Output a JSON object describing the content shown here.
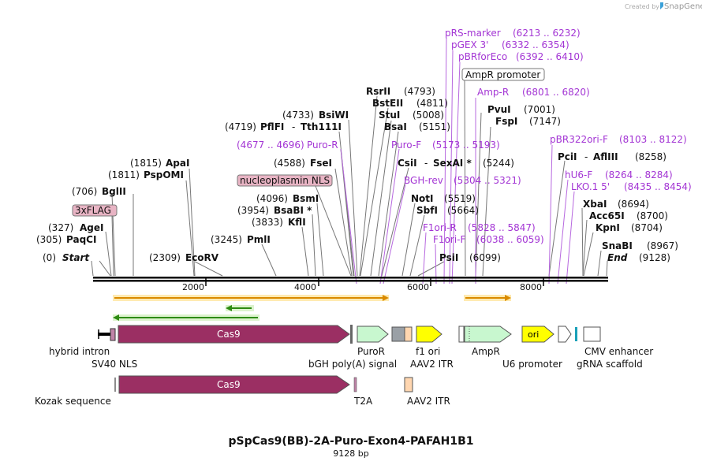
{
  "title": "pSpCas9(BB)-2A-Puro-Exon4-PAFAH1B1",
  "subtitle": "9128 bp",
  "logo_text": "Created by SnapGene",
  "colors": {
    "backbone": "#000000",
    "leader": "#666666",
    "primer": "#a335d4",
    "cas9": "#9b2f63",
    "puror": "#c8f7cf",
    "f1ori": "#ffff00",
    "ori": "#ffff00",
    "grey_feature": "#9aa0a6",
    "peach": "#ffd6b0",
    "orange_orf": "#f0a000",
    "green_orf": "#3a9e1e",
    "label_box_pink": "#e8b4c4"
  },
  "ticks": [
    "2000",
    "4000",
    "6000",
    "8000"
  ],
  "sites": [
    {
      "pos": "(0)",
      "name": "Start"
    },
    {
      "pos": "(305)",
      "name": "PaqCI"
    },
    {
      "pos": "(327)",
      "name": "AgeI"
    },
    {
      "name": "3xFLAG"
    },
    {
      "pos": "(706)",
      "name": "BglII"
    },
    {
      "pos": "(1811)",
      "name": "PspOMI"
    },
    {
      "pos": "(1815)",
      "name": "ApaI"
    },
    {
      "pos": "(2309)",
      "name": "EcoRV"
    },
    {
      "pos": "(3245)",
      "name": "PmlI"
    },
    {
      "pos": "(3833)",
      "name": "KflI"
    },
    {
      "pos": "(3954)",
      "name": "BsaBI *"
    },
    {
      "pos": "(4096)",
      "name": "BsmI"
    },
    {
      "name": "nucleoplasmin NLS"
    },
    {
      "pos": "(4588)",
      "name": "FseI"
    },
    {
      "range": "(4677 .. 4696)",
      "name": "Puro-R"
    },
    {
      "pos": "(4719)",
      "name": "PflFI",
      "name2": "Tth111I"
    },
    {
      "pos": "(4733)",
      "name": "BsiWI"
    },
    {
      "name": "RsrII",
      "pos": "(4793)"
    },
    {
      "name": "BstEII",
      "pos": "(4811)"
    },
    {
      "name": "StuI",
      "pos": "(5008)"
    },
    {
      "name": "BsaI",
      "pos": "(5151)"
    },
    {
      "name": "Puro-F",
      "range": "(5173 .. 5193)"
    },
    {
      "name": "CsiI",
      "name2": "SexAI *",
      "pos": "(5244)"
    },
    {
      "name": "BGH-rev",
      "range": "(5304 .. 5321)"
    },
    {
      "name": "NotI",
      "pos": "(5519)"
    },
    {
      "name": "SbfI",
      "pos": "(5664)"
    },
    {
      "name": "F1ori-R",
      "range": "(5828 .. 5847)"
    },
    {
      "name": "F1ori-F",
      "range": "(6038 .. 6059)"
    },
    {
      "name": "PsiI",
      "pos": "(6099)"
    },
    {
      "name": "pRS-marker",
      "range": "(6213 .. 6232)"
    },
    {
      "name": "pGEX 3'",
      "range": "(6332 .. 6354)"
    },
    {
      "name": "pBRforEco",
      "range": "(6392 .. 6410)"
    },
    {
      "name": "AmpR promoter"
    },
    {
      "name": "Amp-R",
      "range": "(6801 .. 6820)"
    },
    {
      "name": "PvuI",
      "pos": "(7001)"
    },
    {
      "name": "FspI",
      "pos": "(7147)"
    },
    {
      "name": "pBR322ori-F",
      "range": "(8103 .. 8122)"
    },
    {
      "name": "PciI",
      "name2": "AflIII",
      "pos": "(8258)"
    },
    {
      "name": "hU6-F",
      "range": "(8264 .. 8284)"
    },
    {
      "name": "LKO.1 5'",
      "range": "(8435 .. 8454)"
    },
    {
      "name": "XbaI",
      "pos": "(8694)"
    },
    {
      "name": "Acc65I",
      "pos": "(8700)"
    },
    {
      "name": "KpnI",
      "pos": "(8704)"
    },
    {
      "name": "SnaBI",
      "pos": "(8967)"
    },
    {
      "name": "End",
      "pos": "(9128)"
    }
  ],
  "features": {
    "cas9_label": "Cas9",
    "cas9_2_label": "Cas9",
    "ori_label": "ori",
    "hybrid_intron": "hybrid intron",
    "sv40_nls": "SV40 NLS",
    "puror": "PuroR",
    "bgh": "bGH poly(A) signal",
    "f1ori": "f1 ori",
    "aav2_itr": "AAV2 ITR",
    "ampr": "AmpR",
    "u6": "U6 promoter",
    "cmv": "CMV enhancer",
    "grna": "gRNA scaffold",
    "kozak": "Kozak sequence",
    "t2a": "T2A",
    "aav2_itr_2": "AAV2 ITR"
  }
}
